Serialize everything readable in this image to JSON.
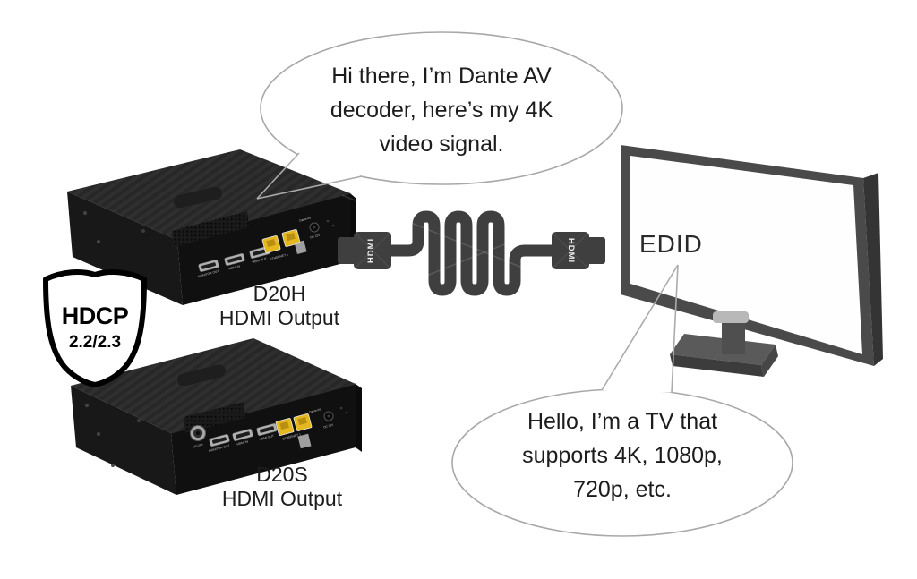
{
  "scene": {
    "top_bubble": {
      "lines": [
        "Hi there, I’m Dante AV",
        "decoder, here’s my 4K",
        "video signal."
      ]
    },
    "bottom_bubble": {
      "lines": [
        "Hello, I’m a TV that",
        "supports 4K, 1080p,",
        "720p, etc."
      ]
    },
    "hdcp_badge": {
      "title": "HDCP",
      "versions": "2.2/2.3"
    },
    "tv": {
      "screen_label": "EDID"
    },
    "cable": {
      "left_connector_label": "HDMI",
      "right_connector_label": "HDMI"
    },
    "devices": [
      {
        "model": "D20H",
        "caption": "HDMI Output",
        "ports": {
          "monitor_out": "MONITOR OUT",
          "hdmi_in": "HDMI IN",
          "hdmi_out": "HDMI OUT",
          "ethernet": "ETHERNET 1",
          "brand": "Dante AV",
          "power": "DC 12V"
        }
      },
      {
        "model": "D20S",
        "caption": "HDMI Output",
        "ports": {
          "sdi": "12G-SDI",
          "monitor_out": "MONITOR OUT",
          "hdmi_in": "HDMI IN",
          "hdmi_out": "HDMI OUT",
          "ethernet": "ETHERNET 1",
          "brand": "Dante AV",
          "power": "DC 12V"
        }
      }
    ],
    "colors": {
      "background": "#ffffff",
      "bubble_outline": "#a8a8a8",
      "text": "#1f1f1f",
      "device_black": "#161616",
      "ethernet_yellow": "#e6b820",
      "cable_gray": "#3f3f3f",
      "tv_frame": "#4a4a4a",
      "shield_fill": "#ffffff",
      "shield_outline": "#000000"
    }
  }
}
